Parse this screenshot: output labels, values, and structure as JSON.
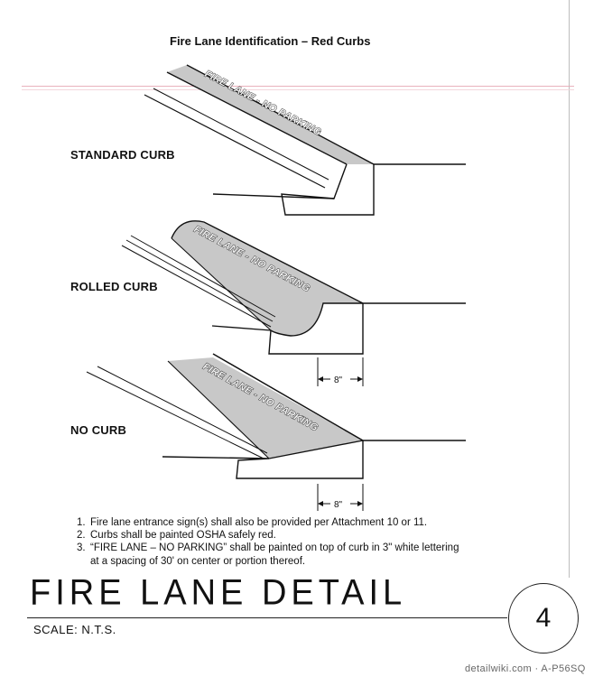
{
  "document": {
    "title": "Fire Lane Identification – Red Curbs"
  },
  "curbs": [
    {
      "label": "STANDARD CURB",
      "stencil": "FIRE LANE - NO PARKING"
    },
    {
      "label": "ROLLED CURB",
      "stencil": "FIRE LANE - NO PARKING",
      "dimension": "8\""
    },
    {
      "label": "NO CURB",
      "stencil": "FIRE LANE - NO PARKING",
      "dimension": "8\""
    }
  ],
  "notes": [
    {
      "num": "1.",
      "text": "Fire lane entrance sign(s) shall also be provided per Attachment 10 or 11."
    },
    {
      "num": "2.",
      "text": "Curbs shall be painted OSHA safely red."
    },
    {
      "num": "3.",
      "text": "“FIRE LANE – NO PARKING” shall be painted on top of curb in 3\" white lettering"
    },
    {
      "num": "",
      "text": "at a spacing of 30' on center or portion thereof."
    }
  ],
  "detail": {
    "title": "FIRE LANE DETAIL",
    "scale": "SCALE: N.T.S.",
    "number": "4"
  },
  "watermark": "detailwiki.com · A-P56SQ",
  "colors": {
    "curb_fill": "#c8c8c8",
    "line": "#111111",
    "pink_rule": "#e7a9b5"
  }
}
